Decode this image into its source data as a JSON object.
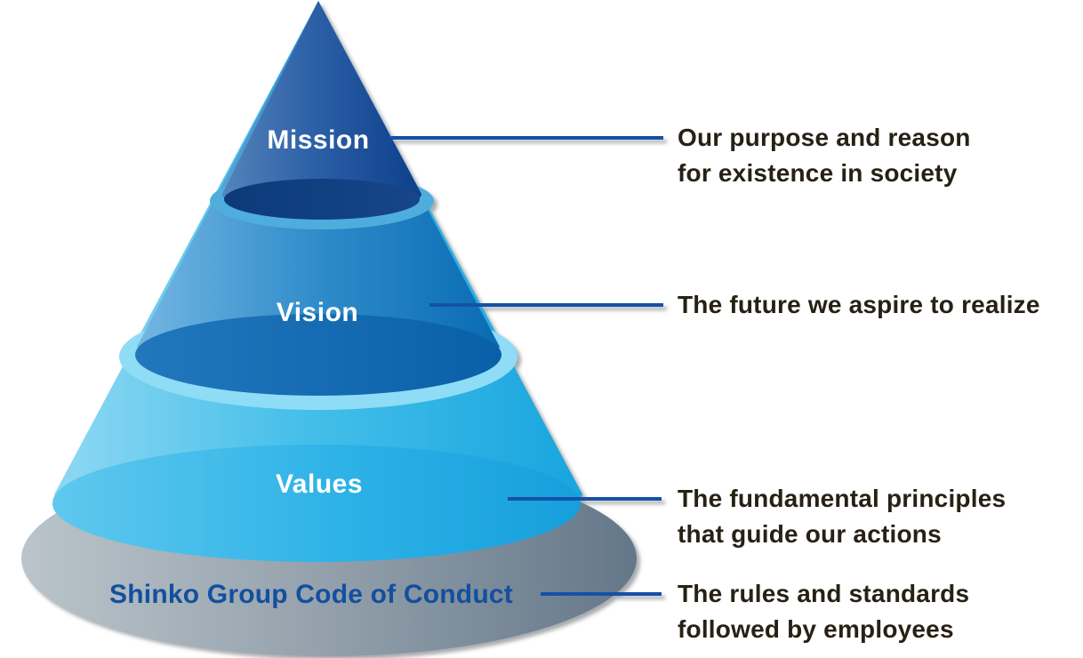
{
  "diagram": {
    "name": "Shinko Group corporate philosophy cone diagram",
    "levels": [
      {
        "label": "Mission",
        "description": "Our purpose and reason for existence in society"
      },
      {
        "label": "Vision",
        "description": "The future we aspire to realize"
      },
      {
        "label": "Values",
        "description": "The fundamental principles that guide our actions"
      },
      {
        "label": "Shinko Group Code of Conduct",
        "description": "The rules and standards followed by employees"
      }
    ]
  },
  "labels": {
    "mission": "Mission",
    "vision": "Vision",
    "values": "Values",
    "conduct": "Shinko Group Code of Conduct"
  },
  "annotations": [
    {
      "line1": "Our purpose and reason",
      "line2": "for existence in society"
    },
    {
      "line1": "The future we aspire to realize",
      "line2": ""
    },
    {
      "line1": "The fundamental principles",
      "line2": "that guide our actions"
    },
    {
      "line1": "The rules and standards",
      "line2": "followed by employees"
    }
  ],
  "colors": {
    "mission": {
      "light": "#5584ba",
      "mid": "#2c60a7",
      "dark": "#0d3f8b",
      "lid_left": "#0c3a79",
      "lid_right": "#164689",
      "rim": "#4fadde"
    },
    "vision": {
      "light": "#74b6e2",
      "mid": "#2f8cca",
      "dark": "#0a6bb4",
      "lid_left": "#2277bc",
      "lid_right": "#0a60a8",
      "rim": "#8edcf5"
    },
    "values": {
      "light": "#8fd8f3",
      "mid": "#47c0ea",
      "dark": "#18a5de",
      "lid_left": "#5fc8ee",
      "lid_mid": "#2db2e7",
      "lid_right": "#169fdc"
    },
    "base": {
      "light": "#bac4ca",
      "mid": "#93a0ab",
      "dark": "#647789"
    },
    "connector": "#1551a6",
    "label_text": "#ffffff",
    "conduct_text": "#134f9f",
    "annotation_text": "#272115"
  }
}
